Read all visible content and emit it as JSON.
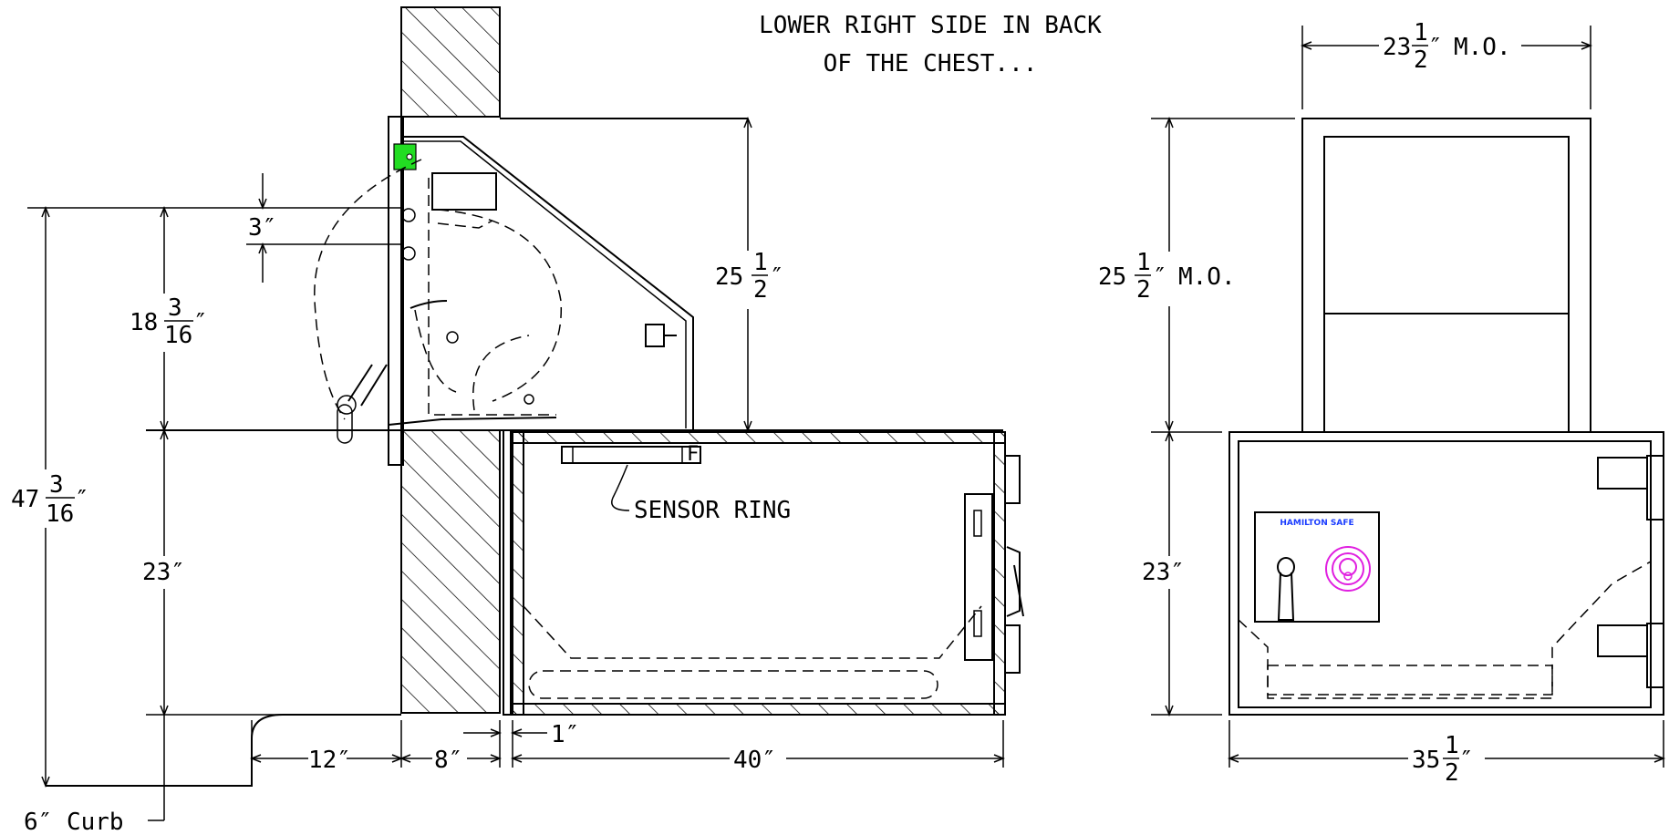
{
  "notes": {
    "line1": "LOWER RIGHT SIDE IN BACK",
    "line2": "OF THE CHEST..."
  },
  "labels": {
    "sensor_ring": "SENSOR RING",
    "curb": "6″ Curb",
    "brand": "HAMILTON SAFE"
  },
  "dimensions": {
    "total_height": {
      "whole": "47",
      "num": "3",
      "den": "16",
      "unit": "″"
    },
    "upper_height": {
      "whole": "18",
      "num": "3",
      "den": "16",
      "unit": "″"
    },
    "offset": "3″",
    "counter_height": "23″",
    "opening_height_side": {
      "whole": "25",
      "num": "1",
      "den": "2",
      "unit": "″"
    },
    "setback": "12″",
    "wall": "8″",
    "gap": "1″",
    "chest_depth": "40″",
    "mo_width": {
      "whole": "23",
      "num": "1",
      "den": "2",
      "unit": "″",
      "suffix": "M.O."
    },
    "mo_height": {
      "whole": "25",
      "num": "1",
      "den": "2",
      "unit": "″",
      "suffix": "M.O."
    },
    "front_height": "23″",
    "chest_width": {
      "whole": "35",
      "num": "1",
      "den": "2",
      "unit": "″"
    }
  },
  "colors": {
    "line": "#000000",
    "indicator": "#22dd22",
    "dial": "#e020e0",
    "brand_text": "#1a3cff"
  }
}
